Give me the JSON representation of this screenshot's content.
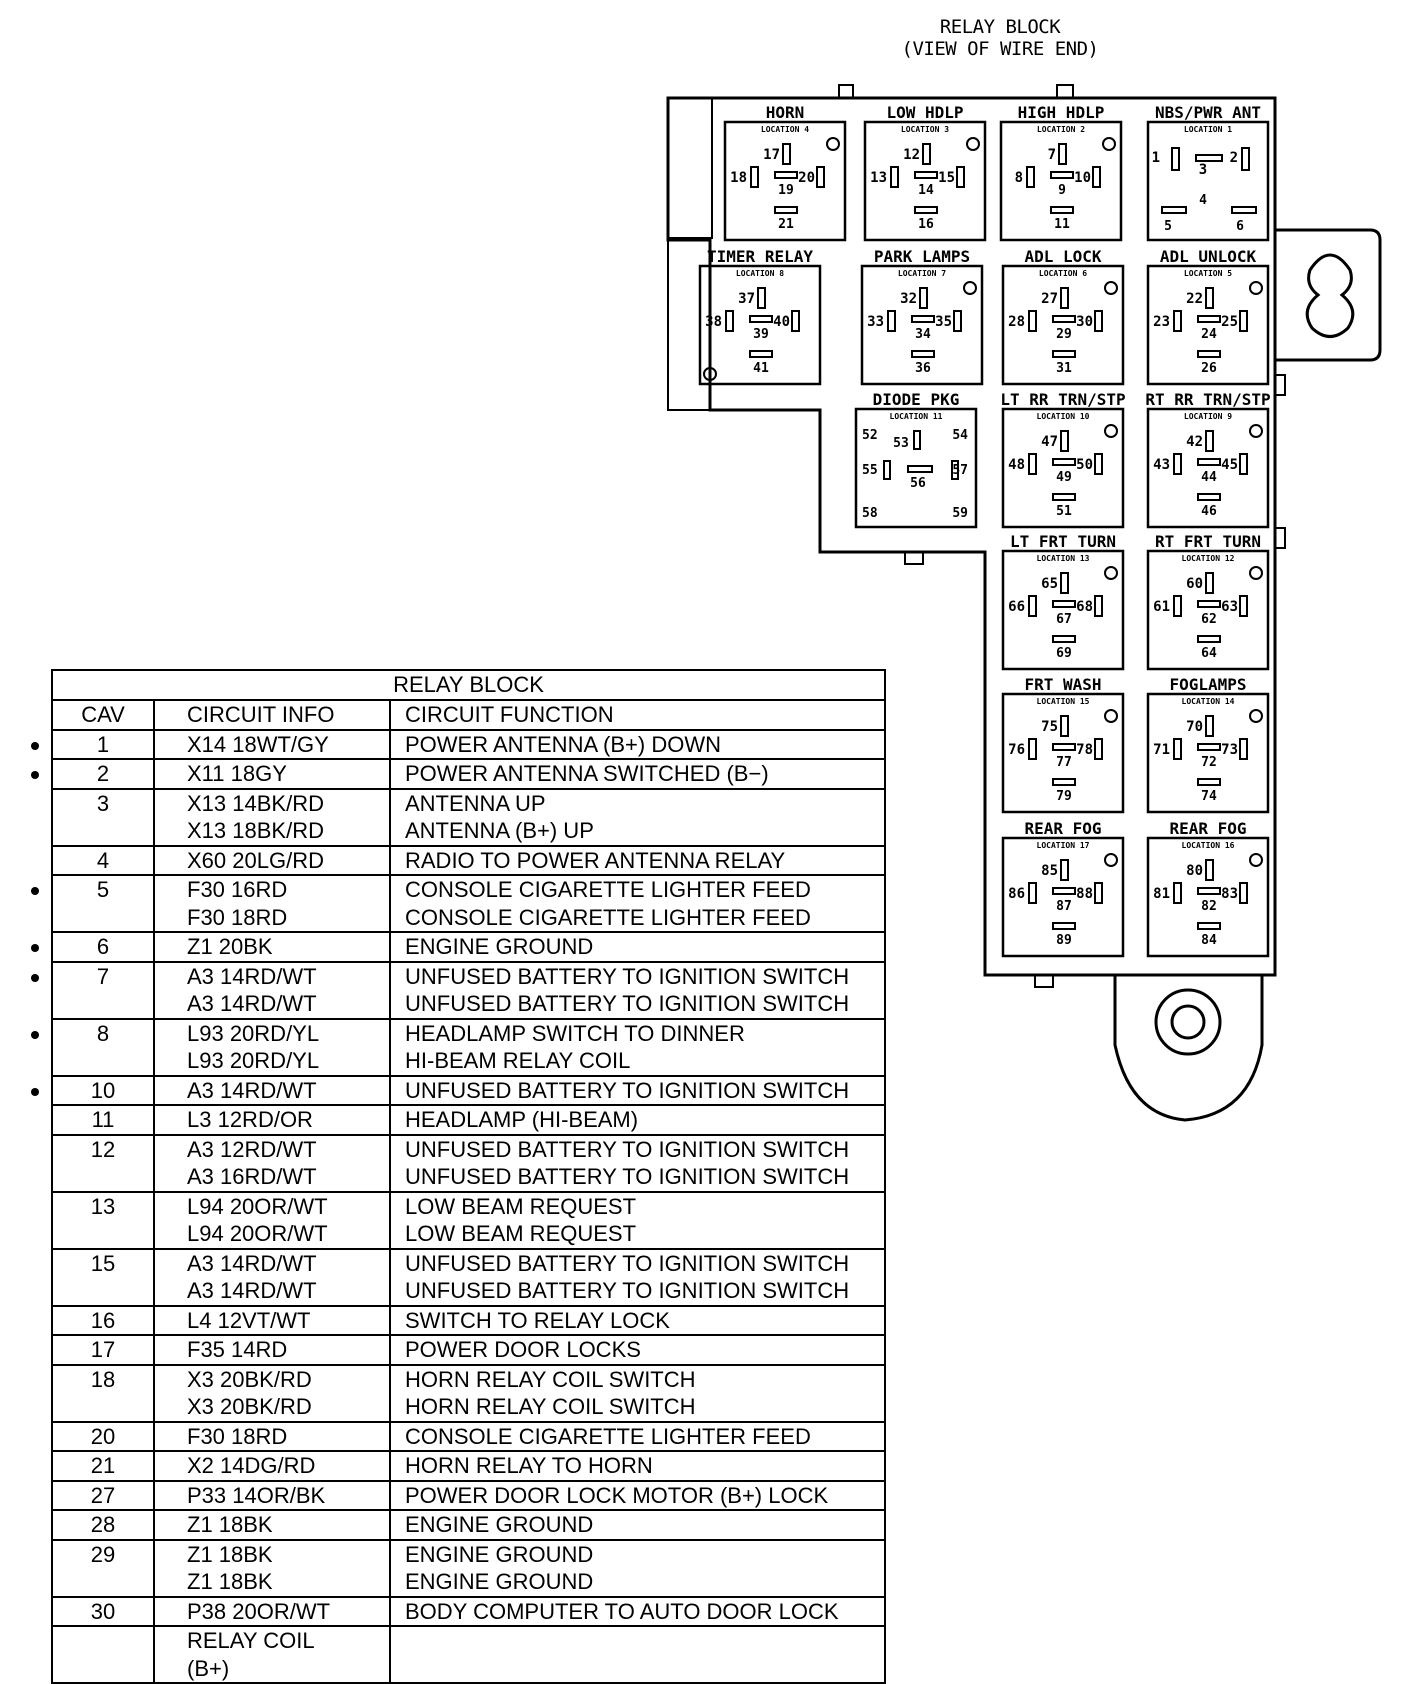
{
  "diagram": {
    "title_line1": "RELAY BLOCK",
    "title_line2": "(VIEW OF WIRE END)"
  },
  "relays": [
    {
      "name": "HORN",
      "location": "LOCATION 4",
      "pins": [
        "17",
        "18",
        "19",
        "20",
        "21"
      ]
    },
    {
      "name": "LOW HDLP",
      "location": "LOCATION 3",
      "pins": [
        "12",
        "13",
        "14",
        "15",
        "16"
      ]
    },
    {
      "name": "HIGH HDLP",
      "location": "LOCATION 2",
      "pins": [
        "7",
        "8",
        "9",
        "10",
        "11"
      ]
    },
    {
      "name": "NBS/PWR ANT",
      "location": "LOCATION 1",
      "pins": [
        "1",
        "3",
        "2",
        "4",
        "5",
        "6"
      ]
    },
    {
      "name": "TIMER RELAY",
      "location": "LOCATION 8",
      "pins": [
        "37",
        "38",
        "39",
        "40",
        "41"
      ]
    },
    {
      "name": "PARK LAMPS",
      "location": "LOCATION 7",
      "pins": [
        "32",
        "33",
        "34",
        "35",
        "36"
      ]
    },
    {
      "name": "ADL LOCK",
      "location": "LOCATION 6",
      "pins": [
        "27",
        "28",
        "29",
        "30",
        "31"
      ]
    },
    {
      "name": "ADL UNLOCK",
      "location": "LOCATION 5",
      "pins": [
        "22",
        "23",
        "24",
        "25",
        "26"
      ]
    },
    {
      "name": "DIODE PKG",
      "location": "LOCATION 11",
      "pins": [
        "52",
        "53",
        "54",
        "55",
        "56",
        "57",
        "58",
        "59"
      ]
    },
    {
      "name": "LT RR TRN/STP",
      "location": "LOCATION 10",
      "pins": [
        "47",
        "48",
        "49",
        "50",
        "51"
      ]
    },
    {
      "name": "RT RR TRN/STP",
      "location": "LOCATION 9",
      "pins": [
        "42",
        "43",
        "44",
        "45",
        "46"
      ]
    },
    {
      "name": "LT FRT TURN",
      "location": "LOCATION 13",
      "pins": [
        "65",
        "66",
        "67",
        "68",
        "69"
      ]
    },
    {
      "name": "RT FRT TURN",
      "location": "LOCATION 12",
      "pins": [
        "60",
        "61",
        "62",
        "63",
        "64"
      ]
    },
    {
      "name": "FRT WASH",
      "location": "LOCATION 15",
      "pins": [
        "75",
        "76",
        "77",
        "78",
        "79"
      ]
    },
    {
      "name": "FOGLAMPS",
      "location": "LOCATION 14",
      "pins": [
        "70",
        "71",
        "72",
        "73",
        "74"
      ]
    },
    {
      "name": "REAR FOG",
      "location": "LOCATION 17",
      "pins": [
        "85",
        "86",
        "87",
        "88",
        "89"
      ]
    },
    {
      "name": "REAR FOG",
      "location": "LOCATION 16",
      "pins": [
        "80",
        "81",
        "82",
        "83",
        "84"
      ]
    }
  ],
  "table": {
    "title": "RELAY BLOCK",
    "headers": {
      "cav": "CAV",
      "info": "CIRCUIT INFO",
      "function": "CIRCUIT FUNCTION"
    },
    "rows": [
      {
        "cav": "1",
        "bullet": true,
        "info": [
          "X14 18WT/GY"
        ],
        "function": [
          "POWER ANTENNA (B+) DOWN"
        ]
      },
      {
        "cav": "2",
        "bullet": true,
        "info": [
          "X11 18GY"
        ],
        "function": [
          "POWER ANTENNA SWITCHED (B−)"
        ]
      },
      {
        "cav": "3",
        "bullet": false,
        "info": [
          "X13 14BK/RD",
          "X13 18BK/RD"
        ],
        "function": [
          "ANTENNA UP",
          "ANTENNA (B+) UP"
        ]
      },
      {
        "cav": "4",
        "bullet": false,
        "info": [
          "X60 20LG/RD"
        ],
        "function": [
          "RADIO TO POWER ANTENNA RELAY"
        ]
      },
      {
        "cav": "5",
        "bullet": true,
        "info": [
          "F30 16RD",
          "F30 18RD"
        ],
        "function": [
          "CONSOLE CIGARETTE LIGHTER FEED",
          "CONSOLE CIGARETTE LIGHTER FEED"
        ]
      },
      {
        "cav": "6",
        "bullet": true,
        "info": [
          "Z1 20BK"
        ],
        "function": [
          "ENGINE GROUND"
        ]
      },
      {
        "cav": "7",
        "bullet": true,
        "info": [
          "A3 14RD/WT",
          "A3 14RD/WT"
        ],
        "function": [
          "UNFUSED BATTERY TO IGNITION SWITCH",
          "UNFUSED BATTERY TO IGNITION SWITCH"
        ]
      },
      {
        "cav": "8",
        "bullet": true,
        "info": [
          "L93 20RD/YL",
          "L93 20RD/YL"
        ],
        "function": [
          "HEADLAMP SWITCH TO DINNER",
          "HI-BEAM RELAY COIL"
        ]
      },
      {
        "cav": "10",
        "bullet": true,
        "info": [
          "A3 14RD/WT"
        ],
        "function": [
          "UNFUSED BATTERY TO IGNITION SWITCH"
        ]
      },
      {
        "cav": "11",
        "bullet": false,
        "info": [
          "L3 12RD/OR"
        ],
        "function": [
          "HEADLAMP (HI-BEAM)"
        ]
      },
      {
        "cav": "12",
        "bullet": false,
        "info": [
          "A3 12RD/WT",
          "A3 16RD/WT"
        ],
        "function": [
          "UNFUSED BATTERY TO IGNITION SWITCH",
          "UNFUSED BATTERY TO IGNITION SWITCH"
        ]
      },
      {
        "cav": "13",
        "bullet": false,
        "info": [
          "L94 20OR/WT",
          "L94 20OR/WT"
        ],
        "function": [
          "LOW BEAM REQUEST",
          "LOW BEAM REQUEST"
        ]
      },
      {
        "cav": "15",
        "bullet": false,
        "info": [
          "A3 14RD/WT",
          "A3 14RD/WT"
        ],
        "function": [
          "UNFUSED BATTERY TO IGNITION SWITCH",
          "UNFUSED BATTERY TO IGNITION SWITCH"
        ]
      },
      {
        "cav": "16",
        "bullet": false,
        "info": [
          "L4 12VT/WT"
        ],
        "function": [
          "SWITCH TO RELAY LOCK"
        ]
      },
      {
        "cav": "17",
        "bullet": false,
        "info": [
          "F35 14RD"
        ],
        "function": [
          "POWER DOOR LOCKS"
        ]
      },
      {
        "cav": "18",
        "bullet": false,
        "info": [
          "X3 20BK/RD",
          "X3 20BK/RD"
        ],
        "function": [
          "HORN RELAY COIL SWITCH",
          "HORN RELAY COIL SWITCH"
        ]
      },
      {
        "cav": "20",
        "bullet": false,
        "info": [
          "F30 18RD"
        ],
        "function": [
          "CONSOLE CIGARETTE LIGHTER FEED"
        ]
      },
      {
        "cav": "21",
        "bullet": false,
        "info": [
          "X2 14DG/RD"
        ],
        "function": [
          "HORN RELAY TO HORN"
        ]
      },
      {
        "cav": "27",
        "bullet": false,
        "info": [
          "P33 14OR/BK"
        ],
        "function": [
          "POWER DOOR LOCK MOTOR (B+) LOCK"
        ]
      },
      {
        "cav": "28",
        "bullet": false,
        "info": [
          "Z1 18BK"
        ],
        "function": [
          "ENGINE GROUND"
        ]
      },
      {
        "cav": "29",
        "bullet": false,
        "info": [
          "Z1 18BK",
          "Z1 18BK"
        ],
        "function": [
          "ENGINE GROUND",
          "ENGINE GROUND"
        ]
      },
      {
        "cav": "30",
        "bullet": false,
        "info": [
          "P38 20OR/WT"
        ],
        "function": [
          "BODY COMPUTER TO AUTO DOOR LOCK"
        ]
      },
      {
        "cav": "",
        "bullet": false,
        "info": [
          "RELAY COIL",
          "(B+)"
        ],
        "function": [
          ""
        ]
      }
    ]
  }
}
